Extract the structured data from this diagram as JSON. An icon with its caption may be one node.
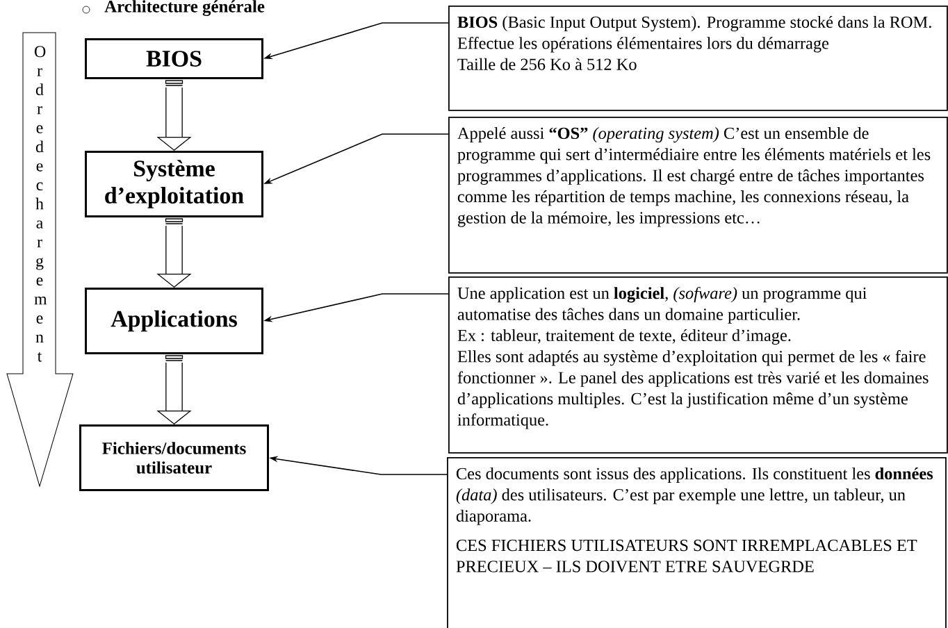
{
  "diagram": {
    "title": "Architecture générale",
    "nodes": [
      {
        "text": [
          "Ordre de chargement"
        ]
      },
      {
        "text": [
          "BIOS"
        ]
      },
      {
        "text": [
          "Système d’exploitation"
        ]
      },
      {
        "text": [
          "Applications"
        ]
      },
      {
        "text": [
          "Fichiers/documents utilisateur"
        ]
      },
      {
        "text": [
          "**BIOS** (Basic Input Output System). Programme stocké dans la ROM. Effectue les opérations élémentaires lors du démarrage",
          "Taille de 256 Ko à 512 Ko"
        ]
      },
      {
        "text": [
          "Appelé aussi **“OS”** *(operating system)* C’est un ensemble de programme qui sert d’intermédiaire entre les éléments matériels et les programmes d’applications. Il est chargé entre de tâches importantes comme les répartition de temps machine, les connexions réseau, la gestion de la mémoire, les impressions etc…"
        ]
      },
      {
        "text": [
          "Une application est un **logiciel**, *(sofware)* un programme qui automatise des tâches dans un domaine particulier.",
          "Ex : tableur, traitement de texte, éditeur d’image.",
          "Elles sont adaptés au système d’exploitation qui permet de les « faire fonctionner ». Le panel des applications est très varié et les domaines d’applications multiples. C’est la justification même d’un système informatique."
        ]
      },
      {
        "text": [
          "Ces documents sont issus des applications. Ils constituent les **données** *(data)* des utilisateurs. C’est par exemple une lettre, un tableur, un diaporama.",
          "CES FICHIERS UTILISATEURS SONT IRREMPLACABLES ET PRECIEUX – ILS DOIVENT ETRE SAUVEGRDE"
        ]
      }
    ],
    "edges": [
      {
        "from": 1,
        "to": 2,
        "arrow": "to"
      },
      {
        "from": 2,
        "to": 3,
        "arrow": "to"
      },
      {
        "from": 3,
        "to": 4,
        "arrow": "to"
      },
      {
        "from": 5,
        "to": 1,
        "arrow": "to"
      },
      {
        "from": 6,
        "to": 2,
        "arrow": "to"
      },
      {
        "from": 7,
        "to": 3,
        "arrow": "to"
      },
      {
        "from": 8,
        "to": 4,
        "arrow": "to"
      }
    ]
  }
}
